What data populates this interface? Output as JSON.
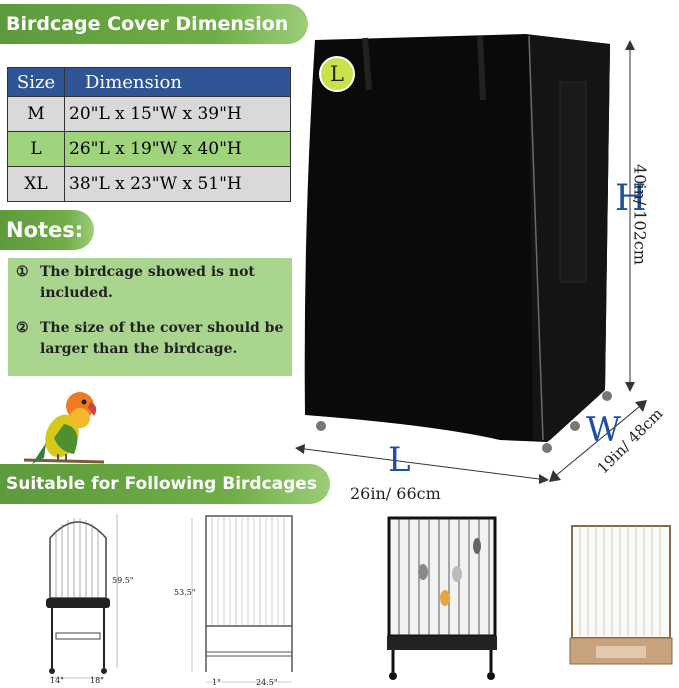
{
  "banners": {
    "title": "Birdcage Cover Dimension",
    "notes": "Notes:",
    "suitable": "Suitable for Following Birdcages"
  },
  "table": {
    "header_size": "Size",
    "header_dimension": "Dimension",
    "rows": [
      {
        "size": "M",
        "dimension": "20\"L x 15\"W x 39\"H"
      },
      {
        "size": "L",
        "dimension": "26\"L x 19\"W x 40\"H"
      },
      {
        "size": "XL",
        "dimension": "38\"L x 23\"W x 51\"H"
      }
    ]
  },
  "notes": [
    {
      "num": "①",
      "text": "The birdcage showed is not included."
    },
    {
      "num": "②",
      "text": "The size of the cover should be larger than the birdcage."
    }
  ],
  "cover": {
    "size_badge": "L",
    "h_letter": "H",
    "h_value": "40in/ 102cm",
    "l_letter": "L",
    "l_value": "26in/ 66cm",
    "w_letter": "W",
    "w_value": "19in/ 48cm"
  },
  "cages": {
    "cage1_height": "59.5\"",
    "cage1_w1": "14\"",
    "cage1_w2": "18\"",
    "cage2_height": "53.5\"",
    "cage2_w1": "1\"",
    "cage2_w2": "24.5\""
  },
  "colors": {
    "banner_green": "#6fae47",
    "table_header_blue": "#2f5597",
    "row_gray": "#d9d9d9",
    "row_green": "#9fd37c",
    "notes_green": "#a9d58e",
    "dimension_blue": "#1f4fa0",
    "badge_yellow_green": "#c8e24a"
  }
}
